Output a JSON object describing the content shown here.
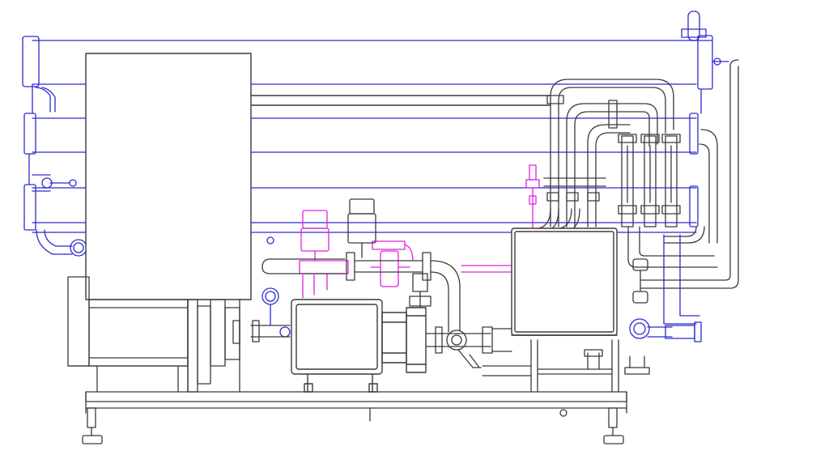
{
  "colors": {
    "background": "#ffffff",
    "frame": "#3a3a3a",
    "heat_exchanger": "#2b2bd0",
    "controls": "#e020e0"
  },
  "components": [
    "heat-exchanger",
    "control-cabinet",
    "pump-motor",
    "balance-tank",
    "holding-pipework",
    "flow-meters",
    "pressure-gauge",
    "steam-valve-assembly",
    "base-frame"
  ]
}
